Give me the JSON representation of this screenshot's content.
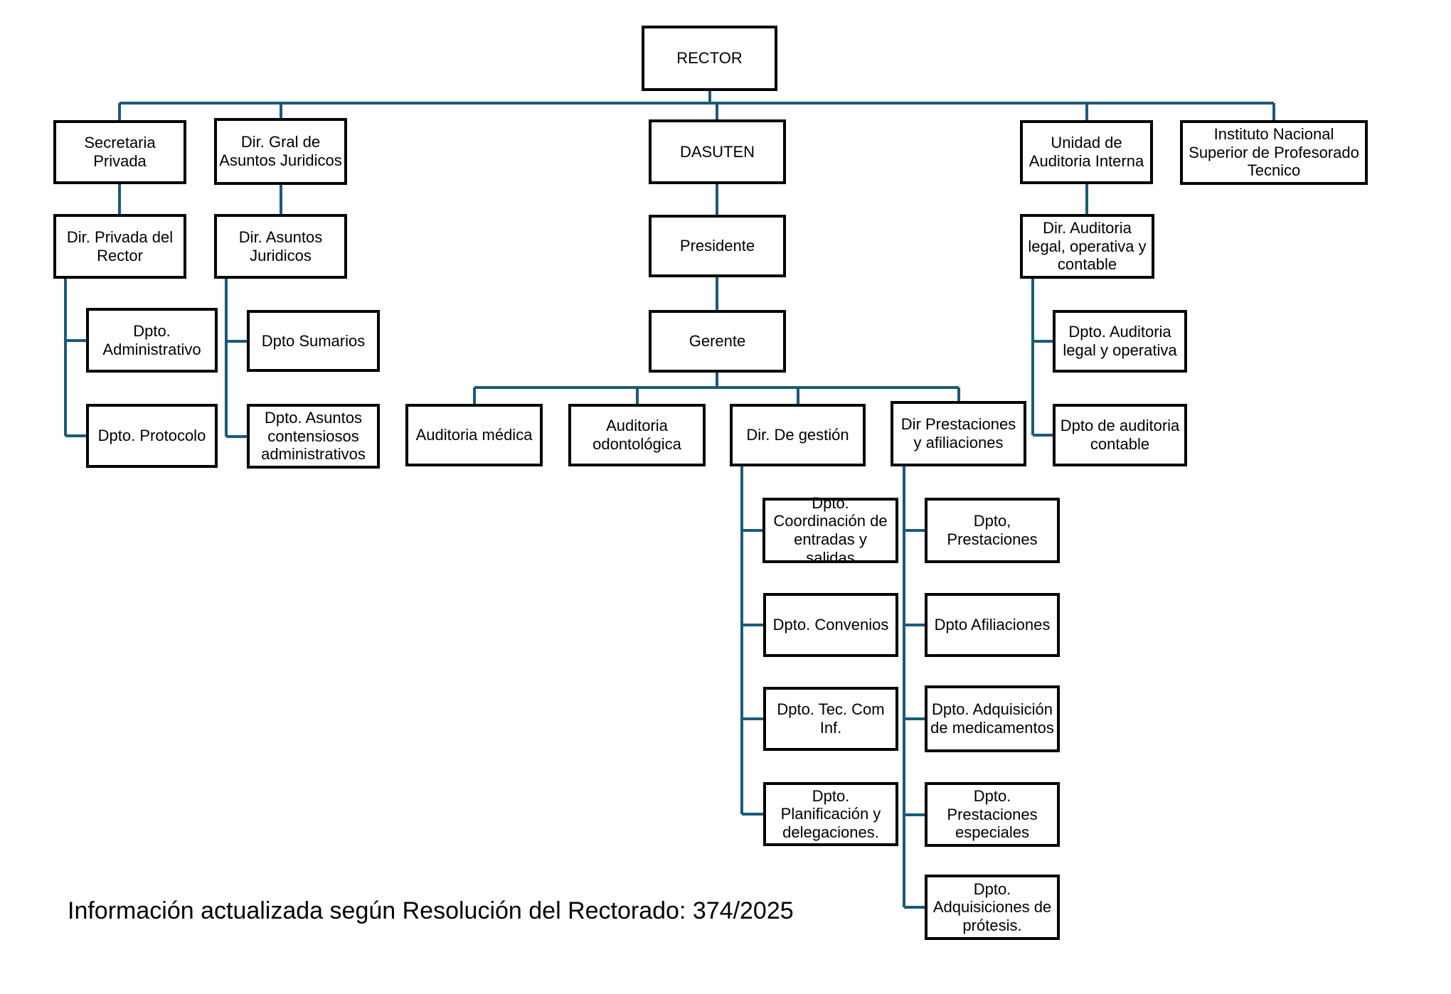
{
  "colors": {
    "line": "#1b5a78",
    "border": "#000000",
    "background": "#ffffff",
    "text": "#000000"
  },
  "nodes": {
    "rector": {
      "label": "RECTOR"
    },
    "secretaria_privada": {
      "label": "Secretaria Privada"
    },
    "dir_gral_asuntos_juridicos": {
      "label": "Dir. Gral de Asuntos Juridicos"
    },
    "dasuten": {
      "label": "DASUTEN"
    },
    "unidad_auditoria_interna": {
      "label": "Unidad de Auditoria Interna"
    },
    "instituto_nacional": {
      "label": "Instituto Nacional Superior de Profesorado Tecnico"
    },
    "dir_privada_rector": {
      "label": "Dir. Privada del Rector"
    },
    "dpto_administrativo": {
      "label": "Dpto. Administrativo"
    },
    "dpto_protocolo": {
      "label": "Dpto. Protocolo"
    },
    "dir_asuntos_juridicos": {
      "label": "Dir. Asuntos Juridicos"
    },
    "dpto_sumarios": {
      "label": "Dpto Sumarios"
    },
    "dpto_contensiosos": {
      "label": "Dpto. Asuntos contensiosos administrativos"
    },
    "presidente": {
      "label": "Presidente"
    },
    "gerente": {
      "label": "Gerente"
    },
    "auditoria_medica": {
      "label": "Auditoria médica"
    },
    "auditoria_odontologica": {
      "label": "Auditoria odontológica"
    },
    "dir_de_gestion": {
      "label": "Dir. De gestión"
    },
    "dir_prestaciones_afiliaciones": {
      "label": "Dir Prestaciones y afiliaciones"
    },
    "dpto_coordinacion": {
      "label": "Dpto. Coordinación de entradas y salidas"
    },
    "dpto_convenios": {
      "label": "Dpto. Convenios"
    },
    "dpto_tec_com_inf": {
      "label": "Dpto. Tec. Com Inf."
    },
    "dpto_planificacion": {
      "label": "Dpto. Planificación y delegaciones."
    },
    "dpto_prestaciones": {
      "label": "Dpto, Prestaciones"
    },
    "dpto_afiliaciones": {
      "label": "Dpto Afiliaciones"
    },
    "dpto_adquisicion_medicamentos": {
      "label": "Dpto. Adquisición de medicamentos"
    },
    "dpto_prestaciones_especiales": {
      "label": "Dpto. Prestaciones especiales"
    },
    "dpto_adquisiciones_protesis": {
      "label": "Dpto. Adquisiciones de prótesis."
    },
    "dir_auditoria_legal": {
      "label": "Dir. Auditoria legal, operativa y contable"
    },
    "dpto_auditoria_legal_operativa": {
      "label": "Dpto. Auditoria legal y operativa"
    },
    "dpto_auditoria_contable": {
      "label": "Dpto de auditoria contable"
    }
  },
  "footer": {
    "note": "Información actualizada según Resolución del Rectorado: 374/2025"
  }
}
